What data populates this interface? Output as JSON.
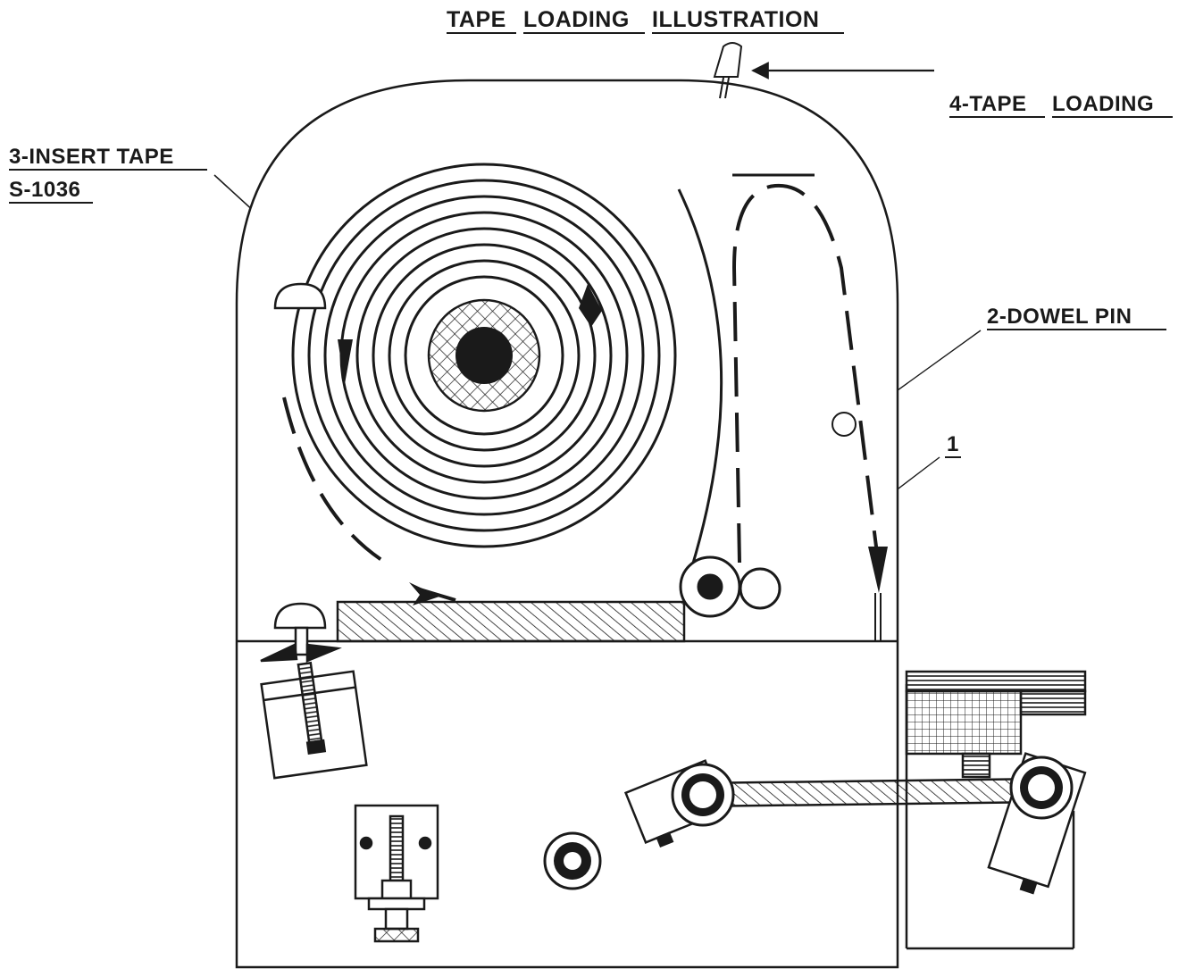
{
  "diagram": {
    "title_words": [
      "TAPE",
      "LOADING",
      "ILLUSTRATION"
    ],
    "labels": {
      "tape_loading_words": [
        "4-TAPE",
        "LOADING"
      ],
      "insert_tape_line1": "3-INSERT TAPE",
      "insert_tape_line2": "S-1036",
      "dowel_pin": "2-DOWEL PIN",
      "part_one": "1"
    },
    "ink_color": "#1a1a1a",
    "background_color": "#ffffff"
  }
}
